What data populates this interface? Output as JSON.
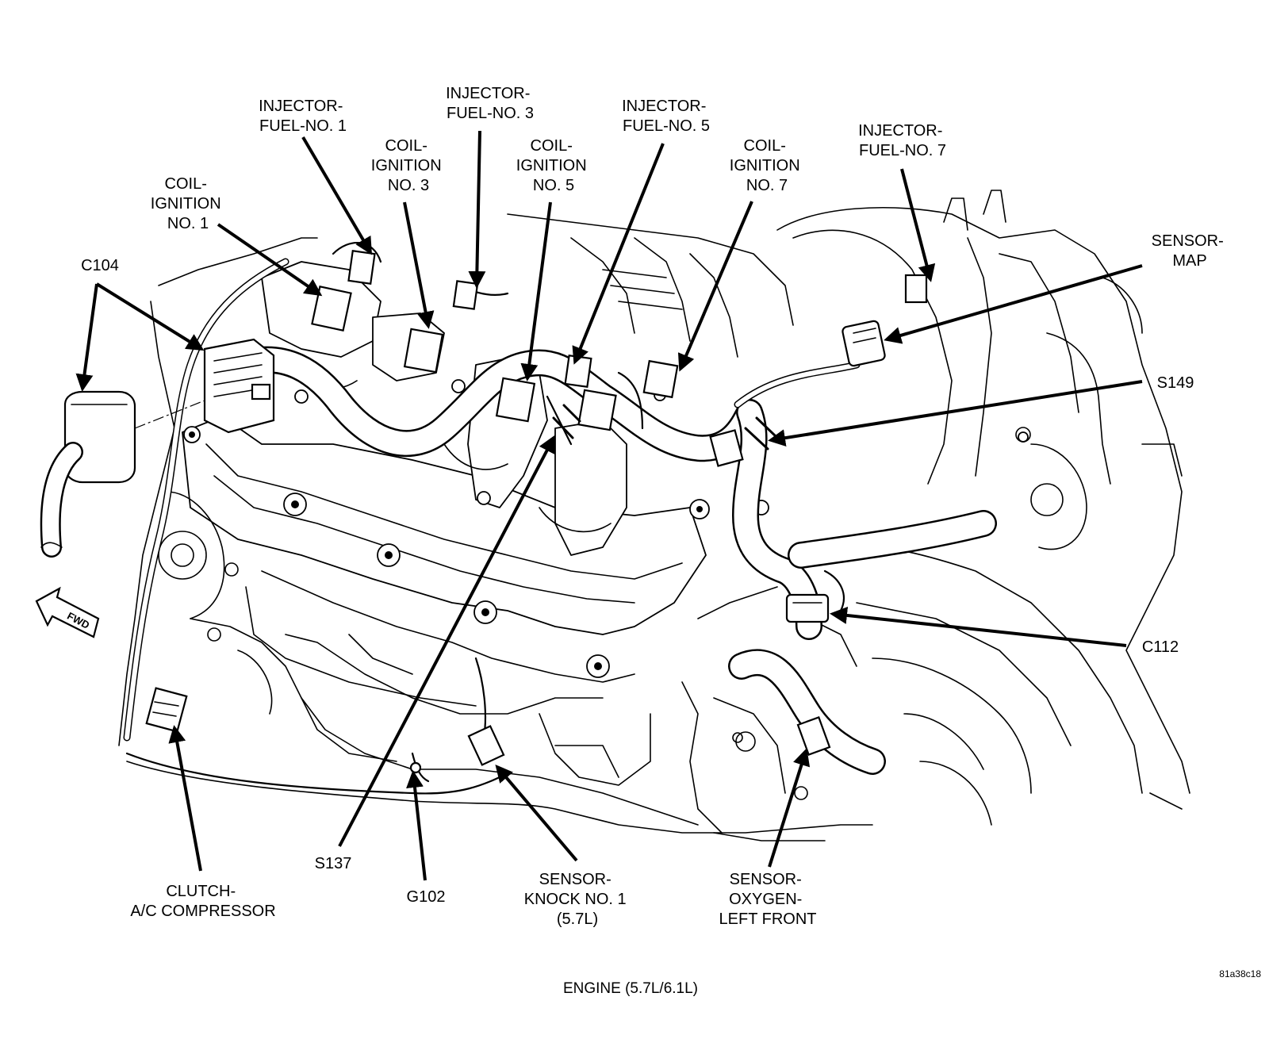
{
  "diagram": {
    "caption": "ENGINE (5.7L/6.1L)",
    "figure_code": "81a38c18",
    "fwd_label": "FWD",
    "labels": {
      "injector_fuel_no1": [
        "INJECTOR-",
        "FUEL-NO. 1"
      ],
      "injector_fuel_no3": [
        "INJECTOR-",
        "FUEL-NO. 3"
      ],
      "injector_fuel_no5": [
        "INJECTOR-",
        "FUEL-NO. 5"
      ],
      "injector_fuel_no7": [
        "INJECTOR-",
        "FUEL-NO. 7"
      ],
      "coil_ignition_no1": [
        "COIL-",
        "IGNITION",
        "NO. 1"
      ],
      "coil_ignition_no3": [
        "COIL-",
        "IGNITION",
        "NO. 3"
      ],
      "coil_ignition_no5": [
        "COIL-",
        "IGNITION",
        "NO. 5"
      ],
      "coil_ignition_no7": [
        "COIL-",
        "IGNITION",
        "NO. 7"
      ],
      "c104": "C104",
      "sensor_map": [
        "SENSOR-",
        "MAP"
      ],
      "s149": "S149",
      "c112": "C112",
      "s137": "S137",
      "g102": "G102",
      "clutch_ac_compressor": [
        "CLUTCH-",
        "A/C COMPRESSOR"
      ],
      "sensor_knock_no1": [
        "SENSOR-",
        "KNOCK NO. 1",
        "(5.7L)"
      ],
      "sensor_oxygen_left_front": [
        "SENSOR-",
        "OXYGEN-",
        "LEFT FRONT"
      ]
    }
  }
}
